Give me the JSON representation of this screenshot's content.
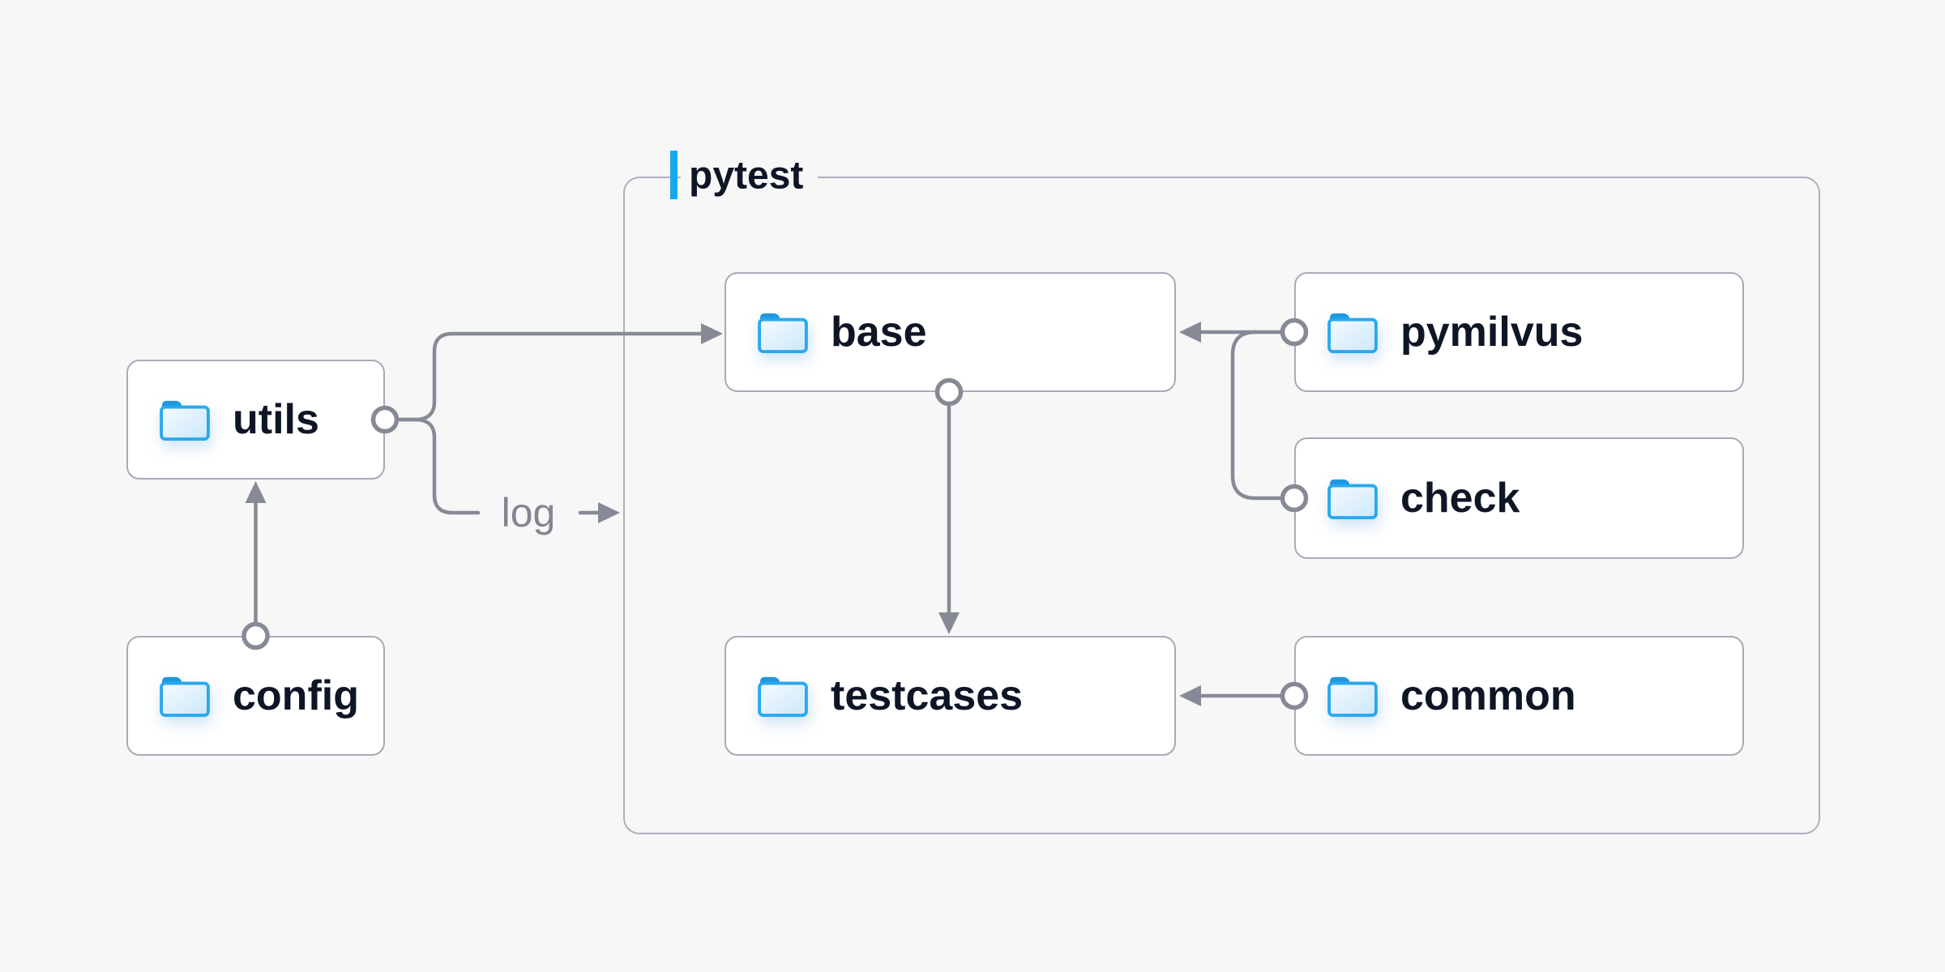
{
  "diagram": {
    "container": {
      "label": "pytest",
      "accent_color": "#14aaee",
      "border_color": "#adafbc"
    },
    "nodes": {
      "utils": {
        "label": "utils",
        "icon": "folder-icon"
      },
      "config": {
        "label": "config",
        "icon": "folder-icon"
      },
      "base": {
        "label": "base",
        "icon": "folder-icon"
      },
      "pymilvus": {
        "label": "pymilvus",
        "icon": "folder-icon"
      },
      "check": {
        "label": "check",
        "icon": "folder-icon"
      },
      "testcases": {
        "label": "testcases",
        "icon": "folder-icon"
      },
      "common": {
        "label": "common",
        "icon": "folder-icon"
      }
    },
    "edges": [
      {
        "from": "config",
        "to": "utils",
        "style": "arrow"
      },
      {
        "from": "utils",
        "to": "base",
        "style": "arrow"
      },
      {
        "from": "utils",
        "to": "pytest-container",
        "style": "arrow",
        "label": "log"
      },
      {
        "from": "base",
        "to": "testcases",
        "style": "arrow"
      },
      {
        "from": "pymilvus",
        "to": "base",
        "style": "arrow"
      },
      {
        "from": "check",
        "to": "base",
        "style": "arrow"
      },
      {
        "from": "common",
        "to": "testcases",
        "style": "arrow"
      }
    ],
    "edge_labels": {
      "log": "log"
    },
    "colors": {
      "bg": "#f7f7f8",
      "line": "#868a95",
      "box_border": "#a8abb7",
      "box_fill": "#ffffff",
      "label_text": "#0e1626",
      "muted_text": "#83868f",
      "folder_blue": "#28a9ef",
      "folder_tab": "#1f97e0"
    }
  }
}
